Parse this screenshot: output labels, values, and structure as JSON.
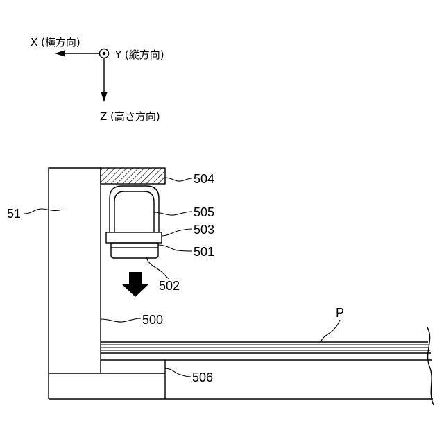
{
  "axes": {
    "x_label": "X (横方向)",
    "y_label": "Y (縦方向)",
    "z_label": "Z (高さ方向)",
    "x_arrow_icon": "left-arrow-icon",
    "y_symbol_icon": "out-of-page-dot-circle-icon",
    "z_arrow_icon": "down-arrow-icon"
  },
  "reference_labels": {
    "r51": "51",
    "r500": "500",
    "r501": "501",
    "r502": "502",
    "r503": "503",
    "r504": "504",
    "r505": "505",
    "r506": "506",
    "rP": "P"
  },
  "motion_indicator": {
    "icon": "thick-down-arrow-icon"
  },
  "colors": {
    "line": "#000000",
    "background": "#ffffff"
  }
}
